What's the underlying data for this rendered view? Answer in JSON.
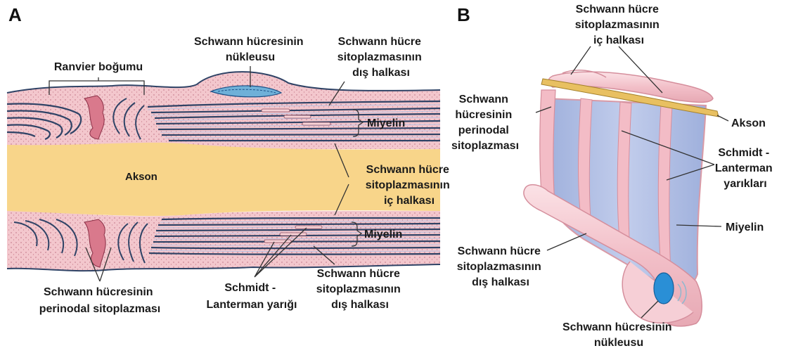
{
  "panels": {
    "a": "A",
    "b": "B"
  },
  "panel_a": {
    "ranvier_node": "Ranvier boğumu",
    "nucleus": [
      "Schwann hücresinin",
      "nükleusu"
    ],
    "outer_ring_top": [
      "Schwann hücre",
      "sitoplazmasının",
      "dış halkası"
    ],
    "myelin_top": "Miyelin",
    "axon": "Akson",
    "inner_ring": [
      "Schwann hücre",
      "sitoplazmasının",
      "iç halkası"
    ],
    "myelin_bottom": "Miyelin",
    "perinodal": [
      "Schwann hücresinin",
      "perinodal sitoplazması"
    ],
    "schmidt_lanterman": [
      "Schmidt -",
      "Lanterman yarığı"
    ],
    "outer_ring_bottom": [
      "Schwann hücre",
      "sitoplazmasının",
      "dış halkası"
    ]
  },
  "panel_b": {
    "inner_ring": [
      "Schwann hücre",
      "sitoplazmasının",
      "iç halkası"
    ],
    "perinodal": [
      "Schwann",
      "hücresinin",
      "perinodal",
      "sitoplazması"
    ],
    "axon": "Akson",
    "schmidt_lanterman": [
      "Schmidt -",
      "Lanterman",
      "yarıkları"
    ],
    "myelin": "Miyelin",
    "outer_ring": [
      "Schwann hücre",
      "sitoplazmasının",
      "dış halkası"
    ],
    "nucleus": [
      "Schwann hücresinin",
      "nükleusu"
    ]
  },
  "colors": {
    "cytoplasm_pink": "#f2c6cc",
    "myelin_blue": "#2f4366",
    "axon_yellow": "#f8d58a",
    "sheet_blue": "#aab8de",
    "nucleus_blue": "#2a8fd6"
  }
}
